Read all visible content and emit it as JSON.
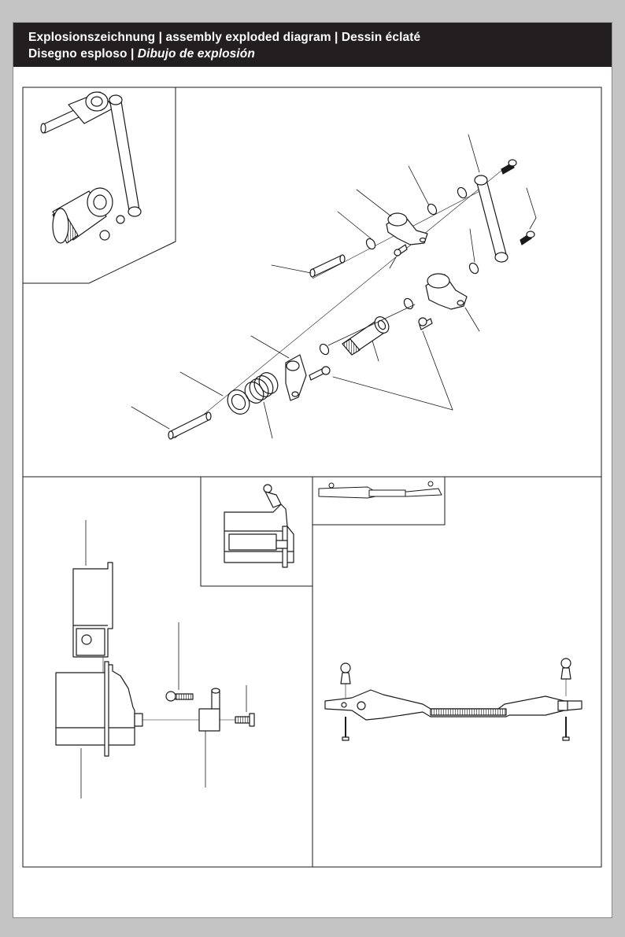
{
  "header": {
    "line1": {
      "part_de": "Explosionszeichnung",
      "sep1": " | ",
      "part_en": "assembly exploded diagram",
      "sep2": " | ",
      "part_fr": "Dessin éclaté"
    },
    "line2": {
      "part_it": "Disegno esploso",
      "sep": "  | ",
      "part_es": "Dibujo de explosión"
    }
  },
  "colors": {
    "title_bar": "#231f20",
    "title_text": "#ffffff",
    "line_art": "#1a1a1a",
    "page_background": "#c4c4c4",
    "sheet": "#ffffff"
  },
  "panels": [
    "steering-bellcrank-exploded",
    "servo-assembly-exploded",
    "servo-assembled-inset",
    "steering-link-assembled-inset",
    "steering-link-exploded"
  ]
}
